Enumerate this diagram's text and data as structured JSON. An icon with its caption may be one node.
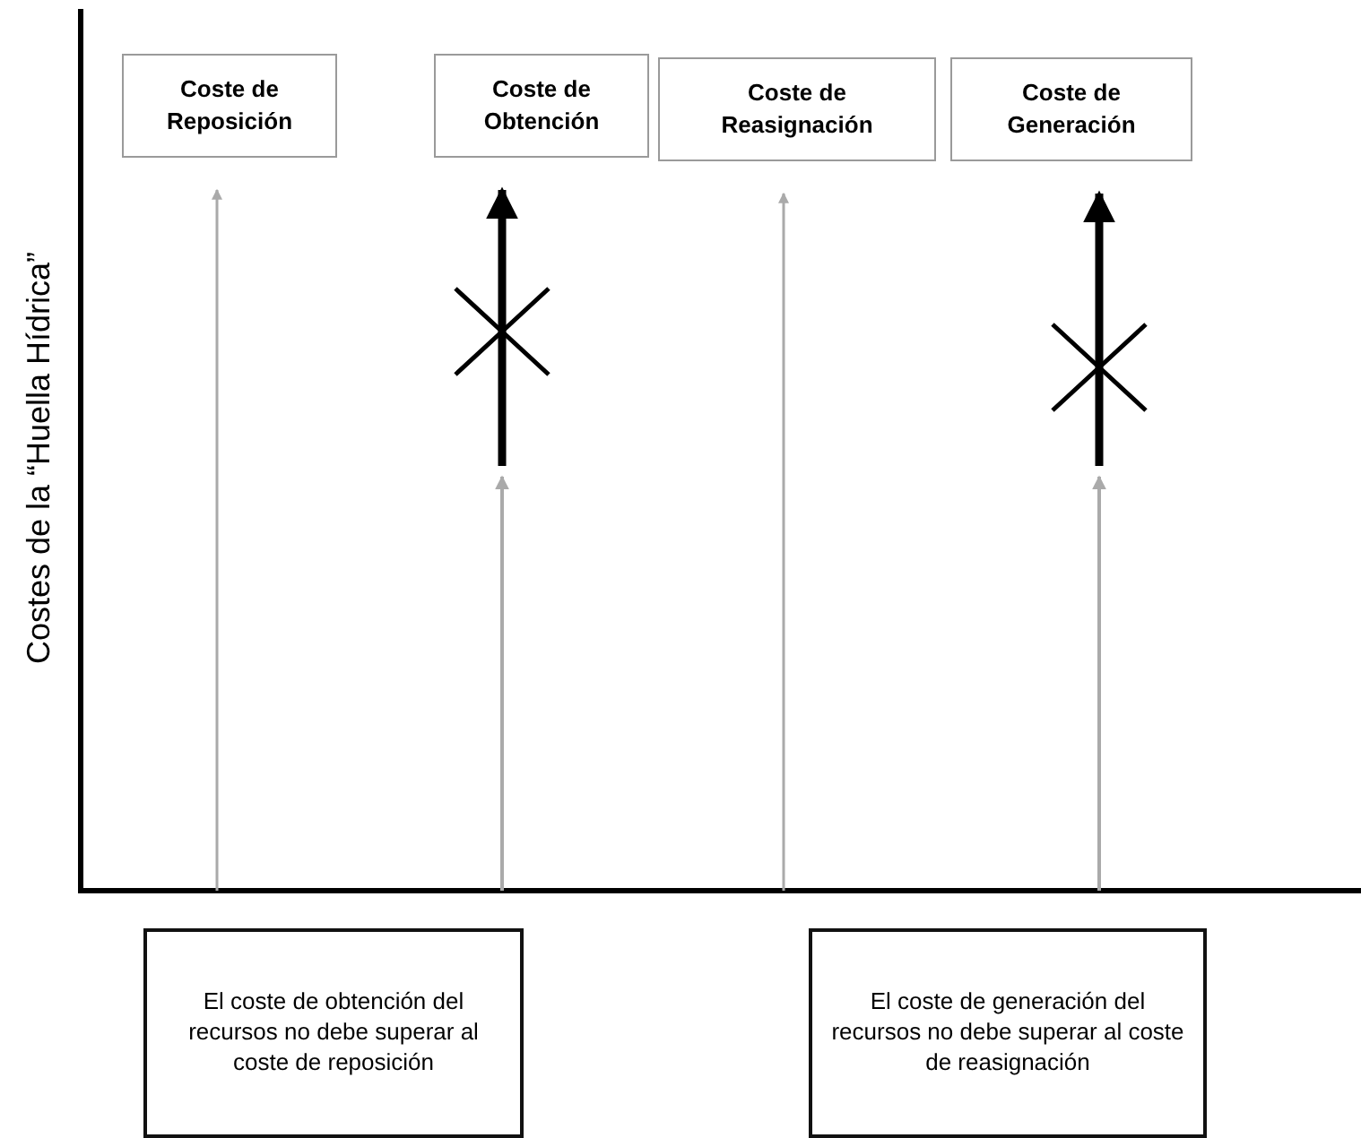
{
  "diagram": {
    "nodes": [
      {
        "text": [
          "Coste de Reposición"
        ]
      },
      {
        "text": [
          "Coste de Obtención"
        ]
      },
      {
        "text": [
          "Coste de Reasignación"
        ]
      },
      {
        "text": [
          "Coste de Generación"
        ]
      },
      {
        "text": [
          "El coste de obtención del recursos no debe superar al coste de reposición"
        ]
      },
      {
        "text": [
          "El coste de generación del recursos no debe superar al coste de reasignación"
        ]
      }
    ],
    "edges": [
      {
        "from": null,
        "to": 0,
        "arrow": "to"
      },
      {
        "from": null,
        "to": 1,
        "arrow": "to",
        "style": "thick",
        "color": "#000000"
      },
      {
        "from": null,
        "to": 2,
        "arrow": "to"
      },
      {
        "from": null,
        "to": 3,
        "arrow": "to",
        "style": "thick",
        "color": "#000000"
      }
    ],
    "labels": [
      "Costes de la “Huella Hídrica”"
    ]
  }
}
